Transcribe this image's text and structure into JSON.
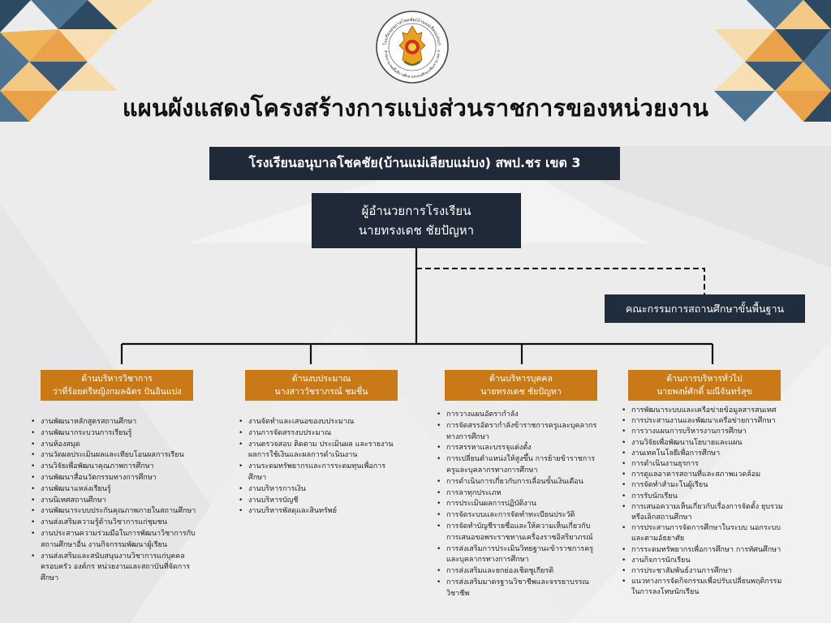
{
  "title": "แผนผังแสดงโครงสร้างการแบ่งส่วนราชการของหน่วยงาน",
  "logo": {
    "name": "school-seal",
    "text_top": "โรงเรียนอนุบาลโชคชัย(บ้านแม่เลียบแม่บง)",
    "text_bottom": "สำนักงานเขตพื้นที่การศึกษาประถมศึกษาเชียงราย เขต 3"
  },
  "colors": {
    "dark": "#1f2937",
    "orange": "#c97a16",
    "background": "#ececed"
  },
  "school": "โรงเรียนอนุบาลโชคชัย(บ้านแม่เลียบแม่บง) สพป.ชร เขต 3",
  "director": {
    "position": "ผู้อำนวยการโรงเรียน",
    "name": "นายทรงเดช ชัยปัญหา"
  },
  "committee": "คณะกรรมการสถานศึกษาขั้นพื้นฐาน",
  "departments": [
    {
      "title": "ด้านบริหารวิชาการ",
      "head": "ว่าที่ร้อยตรีหญิงกมลฉัตร ปันอินแปง",
      "tasks": [
        "งานพัฒนาหลักสูตรสถานศึกษา",
        "งานพัฒนากระบวนการเรียนรู้",
        "งานห้องสมุด",
        "งานวัดผลประเมินผลและเทียบโอนผลการเรียน",
        "งานวิจัยเพื่อพัฒนาคุณภาพการศึกษา",
        "งานพัฒนาสื่อนวัตกรรมทางการศึกษา",
        "งานพัฒนาแหล่งเรียนรู้",
        "งานนิเทศสถานศึกษา",
        "งานพัฒนาระบบประกันคุณภาพภายในสถานศึกษา",
        "งานส่งเสริมความรู้ด้านวิชาการแก่ชุมชน",
        "งานประสานความร่วมมือในการพัฒนาวิชาการกับสถานศึกษาอื่น งานกิจกรรมพัฒนาผู้เรียน",
        "งานส่งเสริมและสนับสนุนงานวิชาการแก่บุคคล ครอบครัว องค์กร หน่วยงานและสถาบันที่จัดการศึกษา"
      ]
    },
    {
      "title": "ด้านงบประมาณ",
      "head": "นางสาววัชราภรณ์ ชมชื่น",
      "tasks": [
        "งานจัดทำและเสนอของบประมาณ",
        "งานการจัดสรรงบประมาณ",
        "งานตรวจสอบ ติดตาม ประเมินผล และรายงานผลการใช้เงินและผลการดำเนินงาน",
        "งานระดมทรัพยากรและการระดมทุนเพื่อการศึกษา",
        "งานบริหารการเงิน",
        "งานบริหารบัญชี",
        "งานบริหารพัสดุและสินทรัพย์"
      ]
    },
    {
      "title": "ด้านบริหารบุคคล",
      "head": "นายทรงเดช ชัยปัญหา",
      "tasks": [
        "การวางแผนอัตรากำลัง",
        "การจัดสรรอัตรากำลังข้าราชการครูและบุคลากรทางการศึกษา",
        "การสรรหาและบรรจุแต่งตั้ง",
        "การเปลี่ยนตำแหน่งให้สูงขึ้น การย้ายข้าราชการครูและบุคลากรทางการศึกษา",
        "การดำเนินการเกี่ยวกับการเลื่อนขั้นเงินเดือน",
        "การลาทุกประเภท",
        "การประเมินผลการปฏิบัติงาน",
        "การจัดระบบและการจัดทำทะเบียนประวัติ",
        "การจัดทำบัญชีรายชื่อและให้ความเห็นเกี่ยวกับการเสนอขอพระราชทานเครื่องราชอิสริยาภรณ์",
        "การส่งเสริมการประเมินวิทยฐานะข้าราชการครูและบุคลากรทางการศึกษา",
        "การส่งเสริมและยกย่องเชิดชูเกียรติ",
        "การส่งเสริมมาตรฐานวิชาชีพและจรรยาบรรณวิชาชีพ"
      ]
    },
    {
      "title": "ด้านการบริหารทั่วไป",
      "head": "นายพงษ์ศักดิ์ มณีจันทร์สุข",
      "tasks": [
        "การพัฒนาระบบและเครือข่ายข้อมูลสารสนเทศ",
        "การประสานงานและพัฒนาเครือข่ายการศึกษา",
        "การวางแผนการบริหารงานการศึกษา",
        "งานวิจัยเพื่อพัฒนานโยบายและแผน",
        "งานเทคโนโลยีเพื่อการศึกษา",
        "การดำเนินงานธุรการ",
        "การดูแลอาคารสถานที่และสภาพแวดล้อม",
        "การจัดทำสำมะโนผู้เรียน",
        "การรับนักเรียน",
        "การเสนอความเห็นเกี่ยวกับเรื่องการจัดตั้ง ยุบรวมหรือเลิกสถานศึกษา",
        "การประสานการจัดการศึกษาในระบบ นอกระบบและตามอัธยาศัย",
        "การระดมทรัพยากรเพื่อการศึกษา การทัศนศึกษา",
        "งานกิจการนักเรียน",
        "การประชาสัมพันธ์งานการศึกษา",
        "แนวทางการจัดกิจกรรมเพื่อปรับเปลี่ยนพฤติกรรมในการลงโทษนักเรียน"
      ]
    }
  ]
}
